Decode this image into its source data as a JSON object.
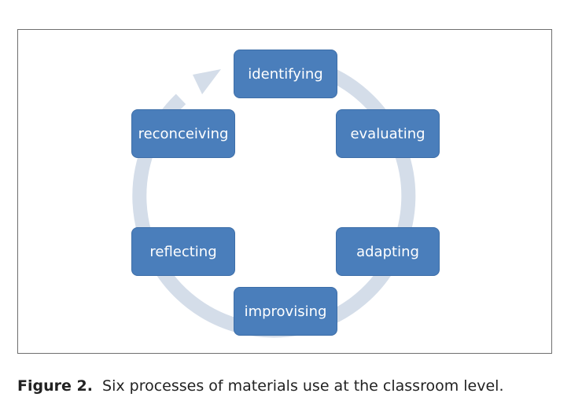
{
  "diagram": {
    "arrow_color": "#d4dde9",
    "node_color": "#4a7ebb",
    "nodes": [
      {
        "id": "identifying",
        "label": "identifying"
      },
      {
        "id": "evaluating",
        "label": "evaluating"
      },
      {
        "id": "adapting",
        "label": "adapting"
      },
      {
        "id": "improvising",
        "label": "improvising"
      },
      {
        "id": "reflecting",
        "label": "reflecting"
      },
      {
        "id": "reconceiving",
        "label": "reconceiving"
      }
    ]
  },
  "caption": {
    "label": "Figure 2.",
    "text": "Six processes of materials use at the classroom level."
  }
}
